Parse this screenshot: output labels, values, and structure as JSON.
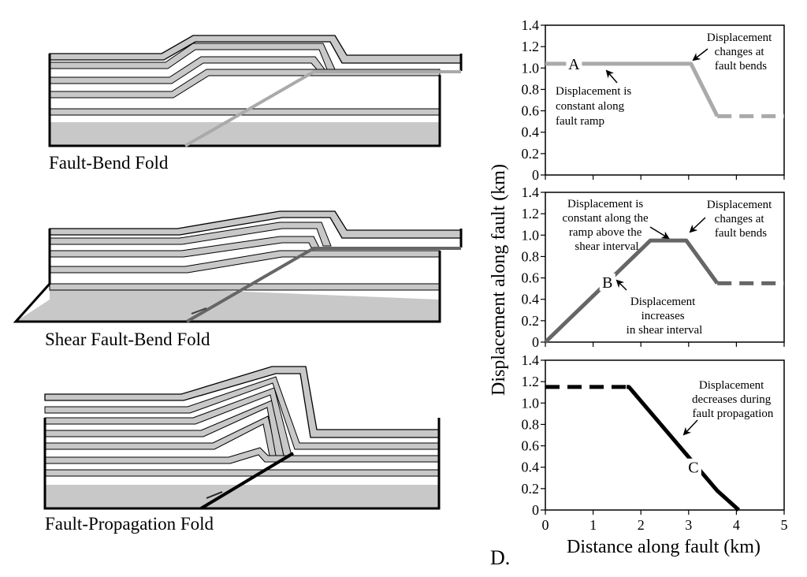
{
  "figure": {
    "fold_titles": [
      "Fault-Bend Fold",
      "Shear Fault-Bend Fold",
      "Fault-Propagation Fold"
    ],
    "panel_label": "D.",
    "ylabel": "Displacement along fault (km)",
    "xlabel": "Distance along fault (km)"
  },
  "chart_data": [
    {
      "type": "line",
      "ylim": [
        0,
        1.4
      ],
      "xlim": [
        0,
        5
      ],
      "yticks": [
        "0",
        "0.2",
        "0.4",
        "0.6",
        "0.8",
        "1.0",
        "1.2",
        "1.4"
      ],
      "xticks": [],
      "color": "#aaaaaa",
      "series": [
        {
          "style": "solid",
          "x": [
            0,
            3.05,
            3.6
          ],
          "y": [
            1.04,
            1.04,
            0.55
          ]
        },
        {
          "style": "dashed",
          "x": [
            3.6,
            5.0
          ],
          "y": [
            0.55,
            0.55
          ]
        }
      ],
      "point_label": {
        "text": "A",
        "x": 0.6,
        "y": 1.04
      },
      "annotations": [
        {
          "lines": [
            "Displacement is",
            "constant along",
            "fault ramp"
          ]
        },
        {
          "lines": [
            "Displacement",
            "changes at",
            "fault bends"
          ]
        }
      ]
    },
    {
      "type": "line",
      "ylim": [
        0,
        1.4
      ],
      "xlim": [
        0,
        5
      ],
      "yticks": [
        "0",
        "0.2",
        "0.4",
        "0.6",
        "0.8",
        "1.0",
        "1.2",
        "1.4"
      ],
      "xticks": [],
      "color": "#666666",
      "series": [
        {
          "style": "solid",
          "x": [
            0,
            2.2,
            2.95,
            3.6
          ],
          "y": [
            0,
            0.95,
            0.95,
            0.55
          ]
        },
        {
          "style": "dashed",
          "x": [
            3.6,
            5.0
          ],
          "y": [
            0.55,
            0.55
          ]
        }
      ],
      "point_label": {
        "text": "B",
        "x": 1.3,
        "y": 0.56
      },
      "annotations": [
        {
          "lines": [
            "Displacement is",
            "constant along the",
            "ramp above the",
            "shear interval"
          ]
        },
        {
          "lines": [
            "Displacement",
            "changes at",
            "fault bends"
          ]
        },
        {
          "lines": [
            "Displacement",
            "increases",
            "in shear interval"
          ]
        }
      ]
    },
    {
      "type": "line",
      "ylim": [
        0,
        1.4
      ],
      "xlim": [
        0,
        5
      ],
      "yticks": [
        "0",
        "0.2",
        "0.4",
        "0.6",
        "0.8",
        "1.0",
        "1.2",
        "1.4"
      ],
      "xticks": [
        "0",
        "1",
        "2",
        "3",
        "4",
        "5"
      ],
      "color": "#000000",
      "series": [
        {
          "style": "dashed",
          "x": [
            0,
            1.7
          ],
          "y": [
            1.15,
            1.15
          ]
        },
        {
          "style": "solid",
          "x": [
            1.7,
            1.75,
            3.6,
            4.05
          ],
          "y": [
            1.15,
            1.15,
            0.18,
            0
          ]
        }
      ],
      "point_label": {
        "text": "C",
        "x": 3.1,
        "y": 0.4
      },
      "annotations": [
        {
          "lines": [
            "Displacement",
            "decreases during",
            "fault propagation"
          ]
        }
      ]
    }
  ]
}
